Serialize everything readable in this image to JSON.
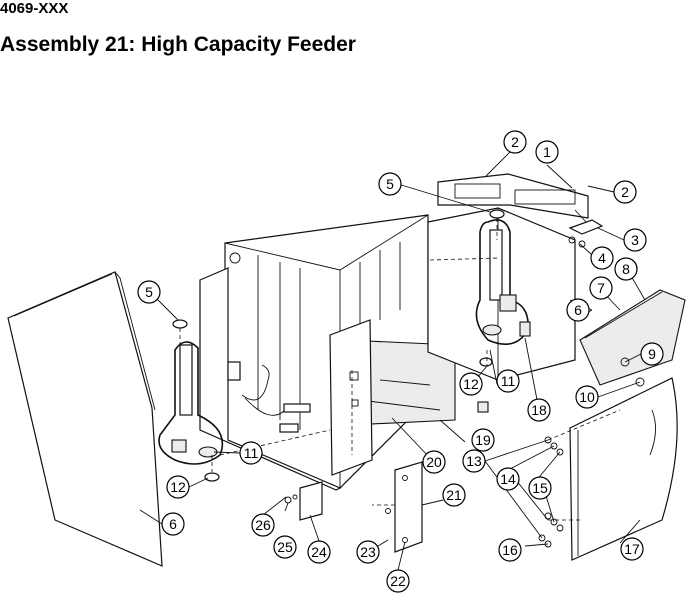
{
  "document": {
    "part_number": "4069-XXX",
    "title": "Assembly 21: High Capacity Feeder"
  },
  "callouts": [
    "1",
    "2",
    "3",
    "4",
    "5",
    "6",
    "7",
    "8",
    "9",
    "10",
    "11",
    "12",
    "13",
    "14",
    "15",
    "16",
    "17",
    "18",
    "19",
    "20",
    "21",
    "22",
    "23",
    "24",
    "25",
    "26"
  ]
}
